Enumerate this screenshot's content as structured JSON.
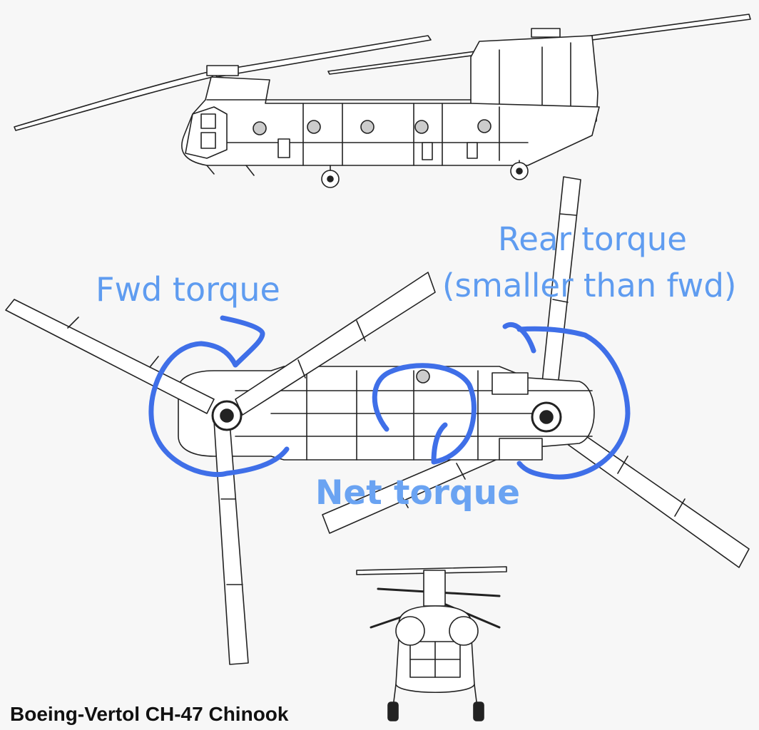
{
  "labels": {
    "fwd": "Fwd torque",
    "rear_line1": "Rear torque",
    "rear_line2": "(smaller than fwd)",
    "net": "Net torque"
  },
  "caption": "Boeing-Vertol CH-47 Chinook",
  "colors": {
    "annotation": "#3f6fe8",
    "label": "#5f9cf0",
    "line_art": "#222222",
    "background": "#f7f7f7"
  }
}
